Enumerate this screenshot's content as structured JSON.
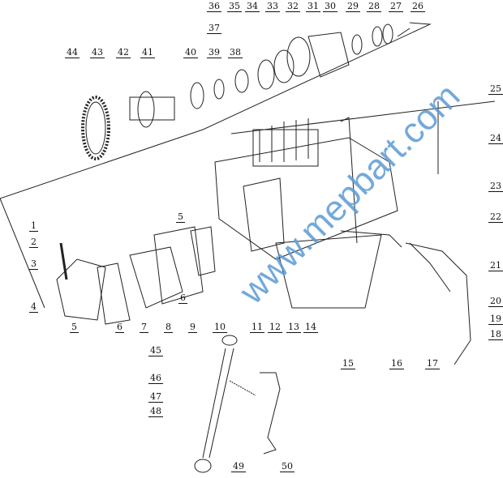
{
  "title": "Fuel injection pump assembly exploded view",
  "watermark": "www.mepbart.com",
  "labels": [
    "1",
    "2",
    "3",
    "4",
    "5",
    "6",
    "7",
    "8",
    "9",
    "10",
    "11",
    "12",
    "13",
    "14",
    "15",
    "16",
    "17",
    "18",
    "19",
    "20",
    "21",
    "22",
    "23",
    "24",
    "25",
    "26",
    "27",
    "28",
    "29",
    "30",
    "31",
    "32",
    "33",
    "34",
    "35",
    "36",
    "37",
    "38",
    "39",
    "40",
    "41",
    "42",
    "43",
    "44",
    "45",
    "46",
    "47",
    "48",
    "49",
    "50",
    "5",
    "6"
  ]
}
